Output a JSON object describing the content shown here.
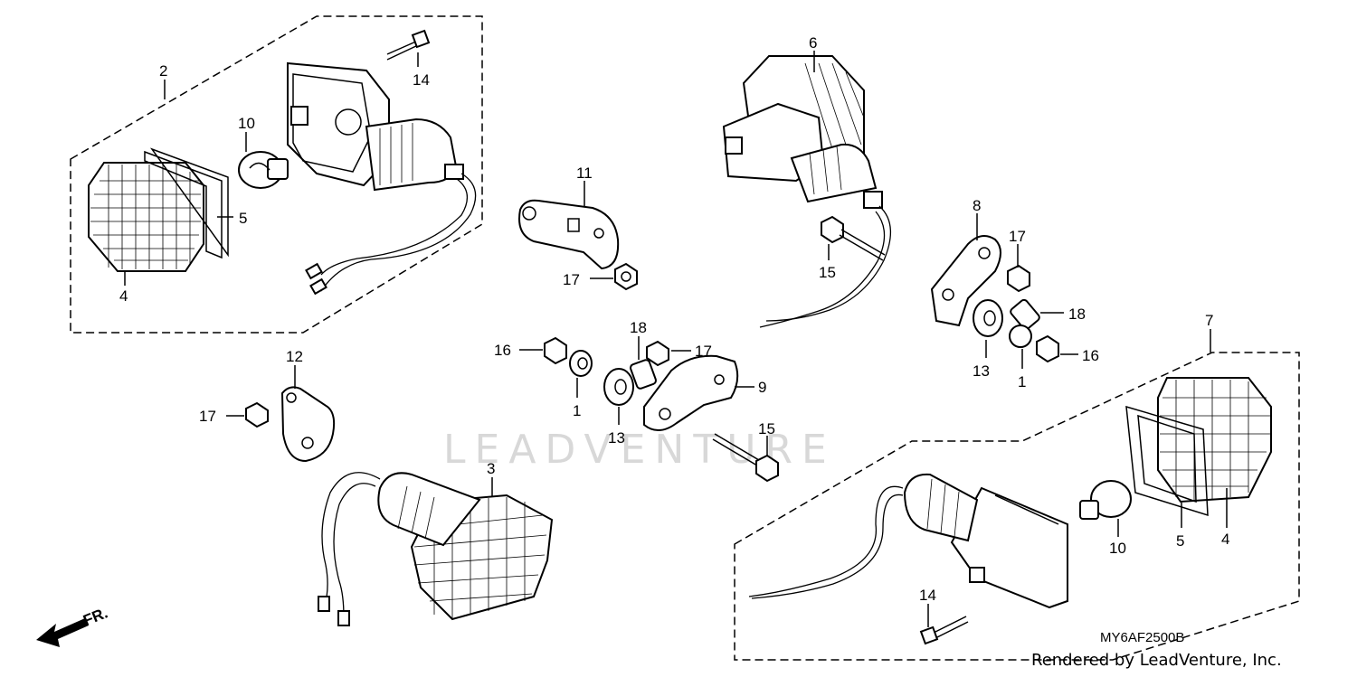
{
  "diagram": {
    "code": "MY6AF2500B",
    "credit": "Rendered by LeadVenture, Inc.",
    "watermark": "LEADVENTURE",
    "direction_label": "FR.",
    "callouts": [
      {
        "id": "c2",
        "text": "2"
      },
      {
        "id": "c14a",
        "text": "14"
      },
      {
        "id": "c10a",
        "text": "10"
      },
      {
        "id": "c5a",
        "text": "5"
      },
      {
        "id": "c4a",
        "text": "4"
      },
      {
        "id": "c11",
        "text": "11"
      },
      {
        "id": "c17a",
        "text": "17"
      },
      {
        "id": "c6",
        "text": "6"
      },
      {
        "id": "c8",
        "text": "8"
      },
      {
        "id": "c17b",
        "text": "17"
      },
      {
        "id": "c15a",
        "text": "15"
      },
      {
        "id": "c18a",
        "text": "18"
      },
      {
        "id": "c13a",
        "text": "13"
      },
      {
        "id": "c1a",
        "text": "1"
      },
      {
        "id": "c16a",
        "text": "16"
      },
      {
        "id": "c7",
        "text": "7"
      },
      {
        "id": "c16b",
        "text": "16"
      },
      {
        "id": "c18b",
        "text": "18"
      },
      {
        "id": "c17c",
        "text": "17"
      },
      {
        "id": "c12",
        "text": "12"
      },
      {
        "id": "c9",
        "text": "9"
      },
      {
        "id": "c1b",
        "text": "1"
      },
      {
        "id": "c13b",
        "text": "13"
      },
      {
        "id": "c17d",
        "text": "17"
      },
      {
        "id": "c15b",
        "text": "15"
      },
      {
        "id": "c3",
        "text": "3"
      },
      {
        "id": "c10b",
        "text": "10"
      },
      {
        "id": "c5b",
        "text": "5"
      },
      {
        "id": "c4b",
        "text": "4"
      },
      {
        "id": "c14b",
        "text": "14"
      }
    ]
  }
}
